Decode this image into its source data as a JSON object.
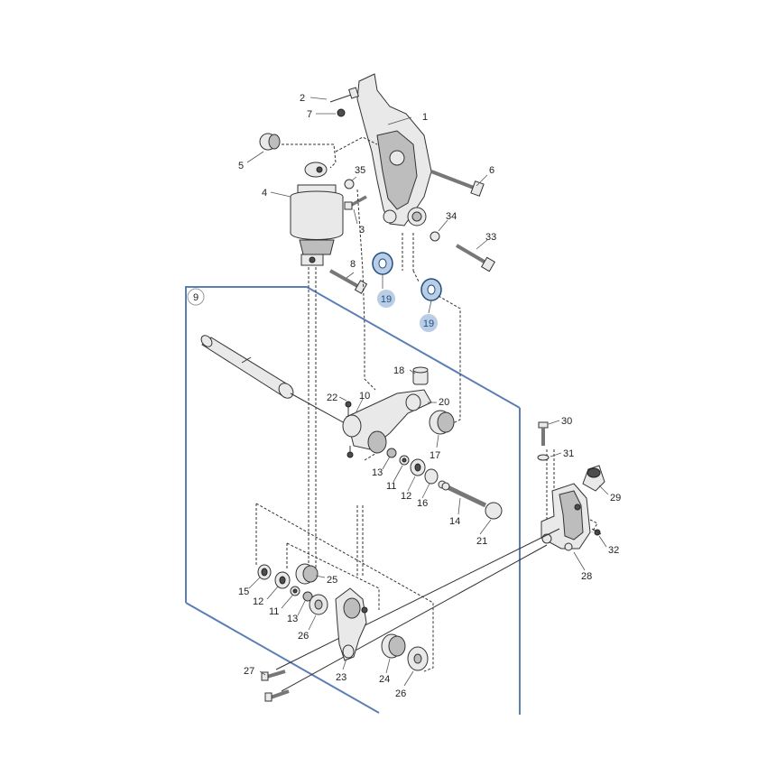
{
  "group_badge": "9",
  "highlight_color": "#b9cde4",
  "frame_color": "#5b7fb5",
  "footer_mark": "",
  "callouts": {
    "c1": "1",
    "c2": "2",
    "c3": "3",
    "c4": "4",
    "c5": "5",
    "c6": "6",
    "c7": "7",
    "c8": "8",
    "c10": "10",
    "c11a": "11",
    "c11b": "11",
    "c12a": "12",
    "c12b": "12",
    "c13a": "13",
    "c13b": "13",
    "c14": "14",
    "c15": "15",
    "c16": "16",
    "c17": "17",
    "c18": "18",
    "c19a": "19",
    "c19b": "19",
    "c20": "20",
    "c21": "21",
    "c22": "22",
    "c23": "23",
    "c24": "24",
    "c25": "25",
    "c26a": "26",
    "c26b": "26",
    "c27": "27",
    "c28": "28",
    "c29": "29",
    "c30": "30",
    "c31": "31",
    "c32": "32",
    "c33": "33",
    "c34": "34",
    "c35": "35"
  }
}
